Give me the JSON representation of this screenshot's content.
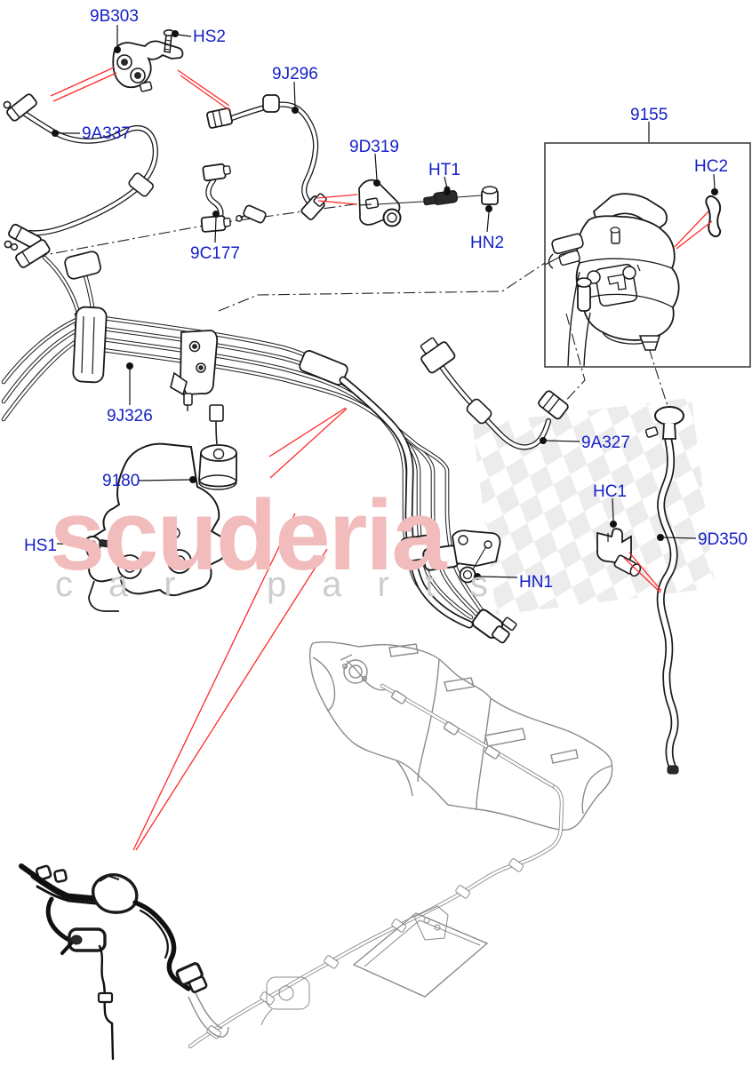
{
  "watermark": {
    "brand": "scuderia",
    "tagline_word1": "car",
    "tagline_word2": "parts"
  },
  "colors": {
    "label": "#1520c8",
    "ink": "#1a1a1a",
    "context": "#8a8a8a",
    "pointer": "#ff2a2a",
    "watermark_pink": "#f2bcbc",
    "watermark_gray": "#cdcdcd"
  },
  "parts": [
    {
      "label": "9B303"
    },
    {
      "label": "HS2"
    },
    {
      "label": "9J296"
    },
    {
      "label": "9A337"
    },
    {
      "label": "9D319"
    },
    {
      "label": "HT1"
    },
    {
      "label": "9155"
    },
    {
      "label": "HC2"
    },
    {
      "label": "HN2"
    },
    {
      "label": "9C177"
    },
    {
      "label": "9J326"
    },
    {
      "label": "9A327"
    },
    {
      "label": "9180"
    },
    {
      "label": "HC1"
    },
    {
      "label": "9D350"
    },
    {
      "label": "HS1"
    },
    {
      "label": "HN1"
    }
  ]
}
